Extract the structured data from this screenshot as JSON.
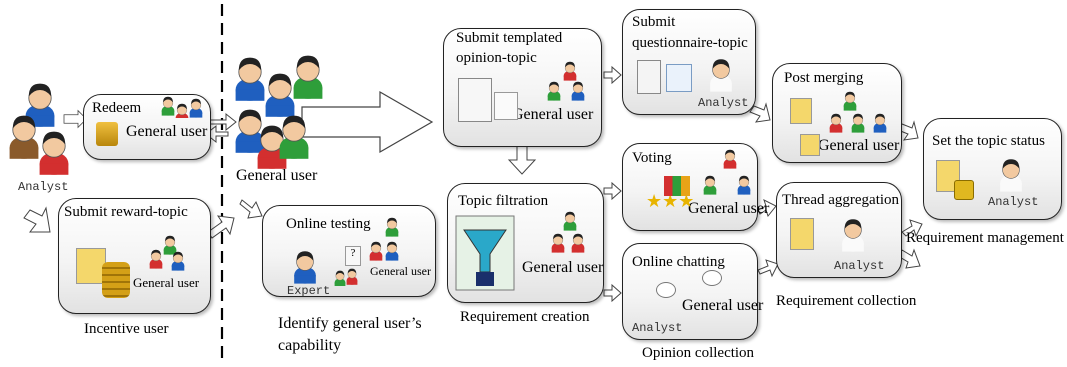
{
  "boxes": {
    "redeem": {
      "title": "Redeem",
      "user": "General user"
    },
    "reward": {
      "title": "Submit reward-topic",
      "user": "General user"
    },
    "online_testing": {
      "title": "Online testing",
      "expert": "Expert",
      "user": "General user"
    },
    "templated": {
      "title_line1": "Submit templated",
      "title_line2": "opinion-topic",
      "user": "General user"
    },
    "filtration": {
      "title": "Topic filtration",
      "user": "General user"
    },
    "questionnaire": {
      "title_line1": "Submit",
      "title_line2": "questionnaire-topic",
      "analyst": "Analyst"
    },
    "voting": {
      "title": "Voting",
      "user": "General user"
    },
    "chatting": {
      "title": "Online chatting",
      "user": "General user",
      "analyst": "Analyst"
    },
    "post_merging": {
      "title": "Post merging",
      "user": "General user"
    },
    "thread_aggregation": {
      "title": "Thread aggregation",
      "analyst": "Analyst"
    },
    "topic_status": {
      "title": "Set the topic status",
      "analyst": "Analyst"
    }
  },
  "labels": {
    "analyst": "Analyst",
    "general_user": "General user",
    "incentive_user": "Incentive  user",
    "identify_line1": "Identify general user’s",
    "identify_line2": "capability",
    "requirement_creation": "Requirement creation",
    "opinion_collection": "Opinion collection",
    "requirement_collection": "Requirement collection",
    "requirement_management": "Requirement management"
  },
  "colors": {
    "shirt_blue": "#1f5fbf",
    "shirt_red": "#d32f2f",
    "shirt_green": "#2e9e3a",
    "shirt_brown": "#8a5a2b",
    "hair": "#222222",
    "skin": "#f2c9a0",
    "coin": "#d4a017",
    "doc": "#f4d76b"
  },
  "icons": [
    "person-icon",
    "coins-icon",
    "document-icon",
    "funnel-icon",
    "chat-bubble-icon",
    "lock-icon",
    "star-icon",
    "magnifier-icon",
    "question-icon"
  ]
}
